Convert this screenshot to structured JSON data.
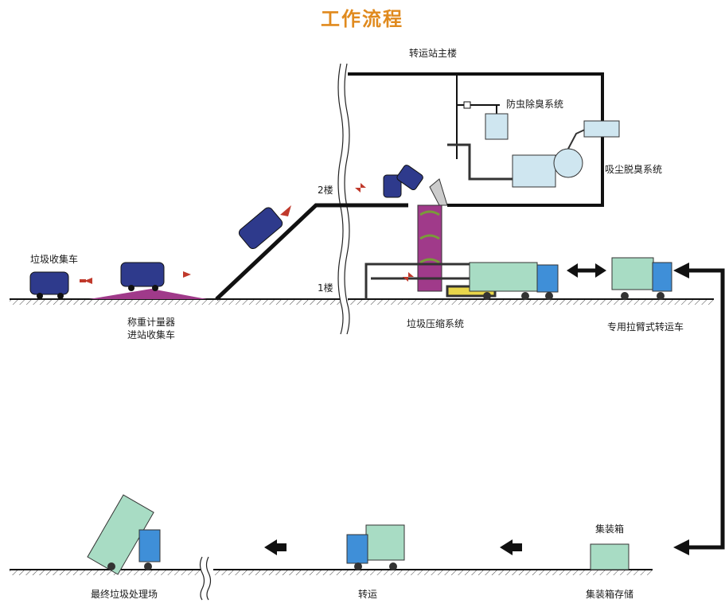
{
  "title": "工作流程",
  "colors": {
    "title": "#e08a1e",
    "line": "#111111",
    "truck_blue": "#2e3a8c",
    "truck_cab": "#3f8fd8",
    "container": "#a8dcc4",
    "compactor": "#a03a8a",
    "equipment": "#cfe6f0",
    "arrow_red": "#c0392b"
  },
  "labels": {
    "main_building": "转运站主楼",
    "odor_system": "防虫除臭系统",
    "dust_system": "吸尘脱臭系统",
    "floor2": "2楼",
    "floor1": "1楼",
    "collection_truck": "垃圾收集车",
    "weighing_line1": "称重计量器",
    "weighing_line2": "进站收集车",
    "compaction_system": "垃圾压缩系统",
    "hook_truck": "专用拉臂式转运车",
    "container": "集装箱",
    "container_storage": "集装箱存储",
    "transfer": "转运",
    "landfill": "最终垃圾处理场"
  }
}
